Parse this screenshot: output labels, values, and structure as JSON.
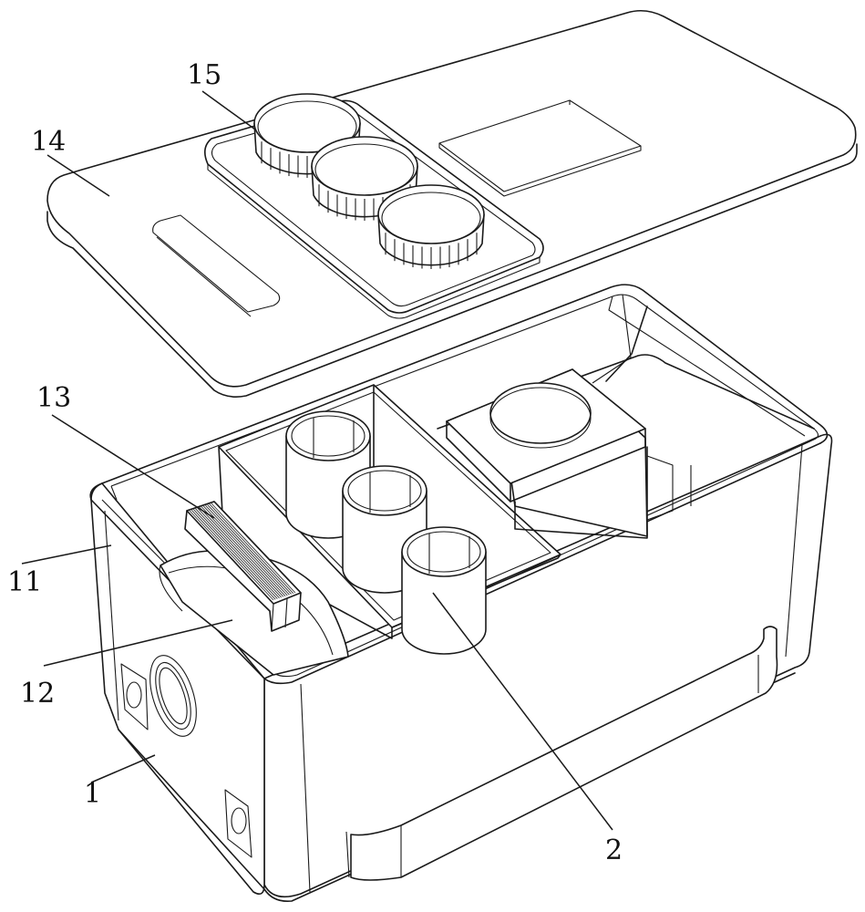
{
  "figure": {
    "description": "Exploded isometric view of a storage box with lid",
    "line_color": "#1a1a1a",
    "background": "#ffffff"
  },
  "labels": {
    "box_body": "1",
    "divider_insert": "2",
    "side_wall": "11",
    "roller_wheel": "12",
    "grip_pad": "13",
    "lid": "14",
    "knob_caps": "15"
  },
  "parts": [
    {
      "ref": "1",
      "name": "box body"
    },
    {
      "ref": "2",
      "name": "tube holder insert"
    },
    {
      "ref": "11",
      "name": "side wall"
    },
    {
      "ref": "12",
      "name": "roller wheel"
    },
    {
      "ref": "13",
      "name": "textured grip pad"
    },
    {
      "ref": "14",
      "name": "lid"
    },
    {
      "ref": "15",
      "name": "screw caps"
    }
  ]
}
